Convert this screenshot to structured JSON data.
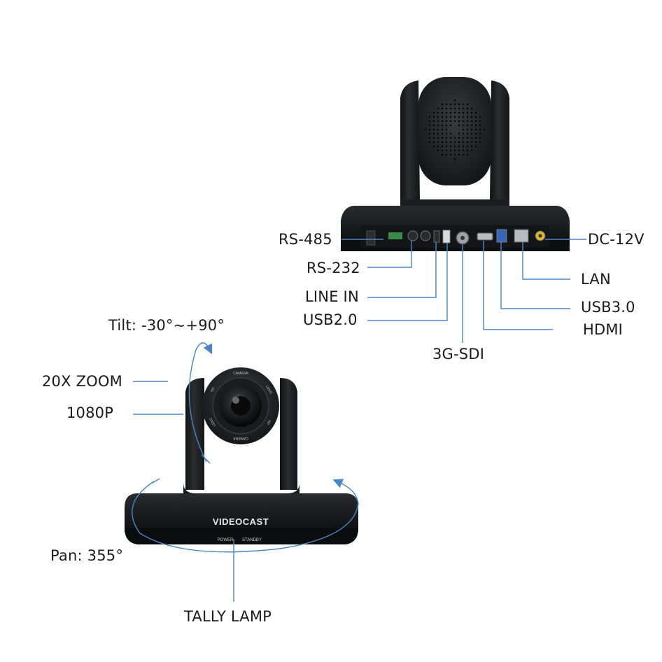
{
  "rear_view": {
    "port_labels": {
      "rs485": "RS-485",
      "rs232": "RS-232",
      "line_in": "LINE IN",
      "usb20": "USB2.0",
      "sdi": "3G-SDI",
      "dc12v": "DC-12V",
      "lan": "LAN",
      "usb30": "USB3.0",
      "hdmi": "HDMI"
    }
  },
  "front_view": {
    "tilt": "Tilt: -30°~+90°",
    "zoom": "20X ZOOM",
    "resolution": "1080P",
    "pan": "Pan: 355°",
    "tally": "TALLY LAMP",
    "brand": "VIDEOCAST",
    "power": "POWER",
    "standby": "STANDBY",
    "lens_ring": [
      "CAMERA",
      "LENS",
      "HD",
      "CAMERA",
      "LENS",
      "HD"
    ]
  },
  "colors": {
    "camera_body": "#1e1f22",
    "camera_dark": "#0d0e10",
    "leader_line": "#4a86c5",
    "label_text": "#1a1a1a"
  }
}
